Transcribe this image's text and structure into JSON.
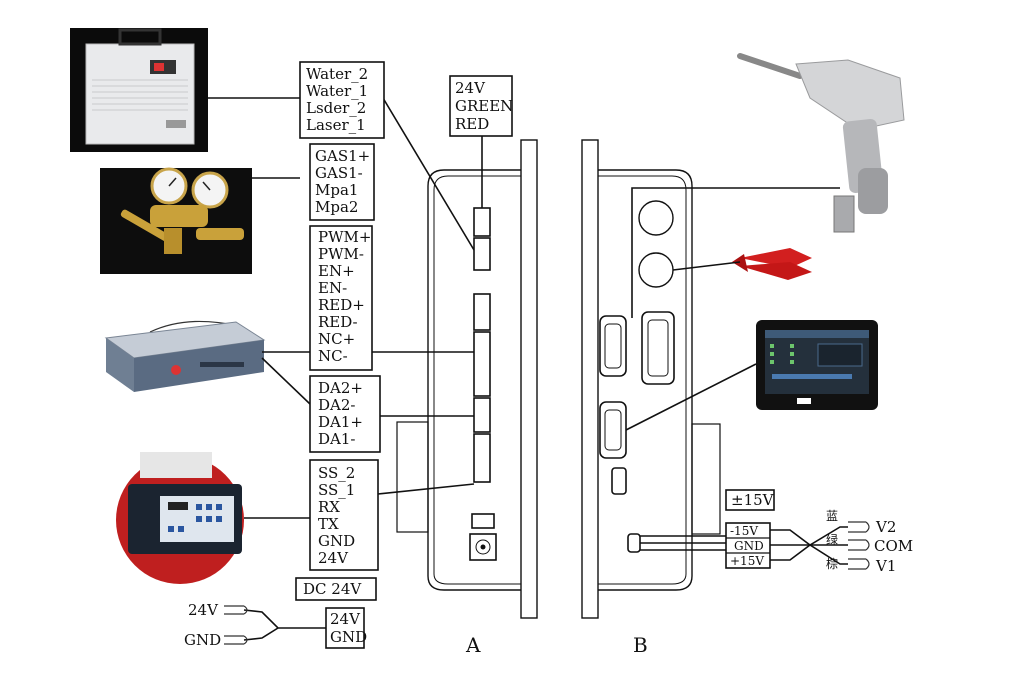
{
  "terminal_groups": {
    "chiller": [
      "Water_2",
      "Water_1",
      "Lsder_2",
      "Laser_1"
    ],
    "gas": [
      "GAS1+",
      "GAS1-",
      "Mpa1",
      "Mpa2"
    ],
    "laser_ctrl": [
      "PWM+",
      "PWM-",
      "EN+",
      "EN-",
      "RED+",
      "RED-",
      "NC+",
      "NC-"
    ],
    "analog": [
      "DA2+",
      "DA2-",
      "DA1+",
      "DA1-"
    ],
    "serial": [
      "SS_2",
      "SS_1",
      "RX",
      "TX",
      "GND",
      "24V"
    ]
  },
  "power_top": [
    "24V",
    "GREEN",
    "RED"
  ],
  "dc_label": "DC 24V",
  "dc_input_box": [
    "24V",
    "GND"
  ],
  "dc_inputs": [
    "24V",
    "GND"
  ],
  "pm15_label": "±15V",
  "pm15_rows": [
    "-15V",
    "GND",
    "+15V"
  ],
  "cable_colors": [
    "蓝",
    "绿",
    "棕"
  ],
  "cable_outputs": [
    "V2",
    "COM",
    "V1"
  ],
  "panel_labels": [
    "A",
    "B"
  ],
  "devices": [
    "water-chiller",
    "gas-regulator",
    "fiber-laser-source",
    "wire-feeder",
    "welding-gun",
    "ground-clamp",
    "touch-screen"
  ]
}
